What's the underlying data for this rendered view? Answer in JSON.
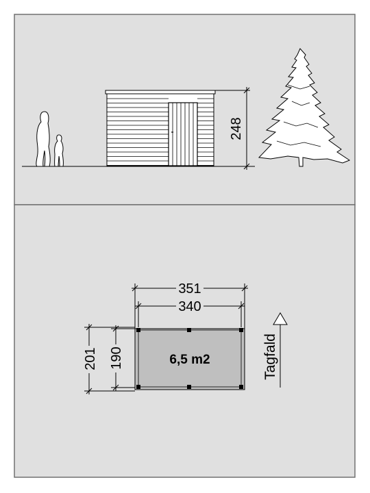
{
  "elevation": {
    "height_label": "248"
  },
  "plan": {
    "outer_width_label": "351",
    "inner_width_label": "340",
    "outer_depth_label": "201",
    "inner_depth_label": "190",
    "area_label": "6,5 m2",
    "roof_slope_label": "Tagfald"
  },
  "colors": {
    "panel_background": "#e0e0e0",
    "panel_border": "#707070",
    "floor_fill": "#bfbfbf",
    "line": "#000000"
  }
}
